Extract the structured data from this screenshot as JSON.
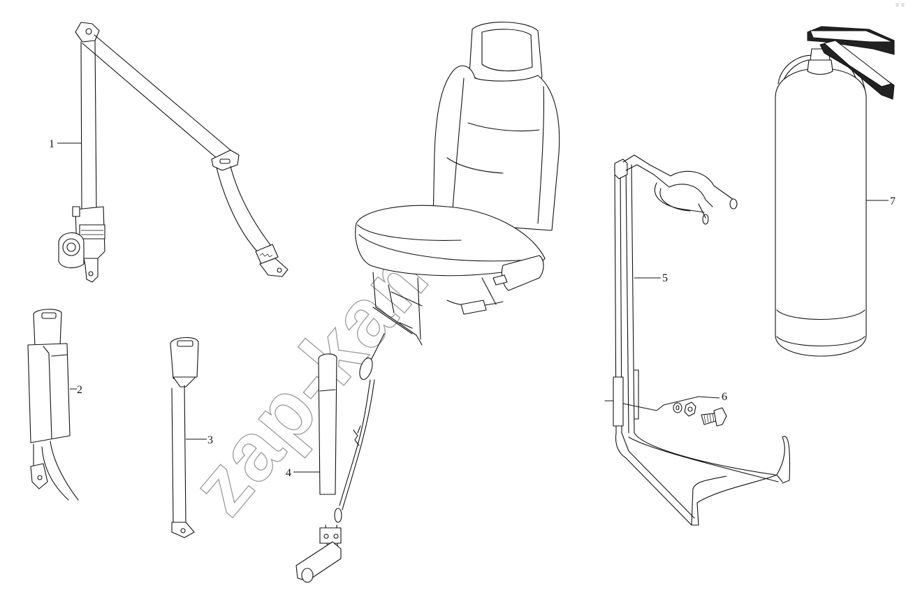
{
  "watermark": "zap-kam.ru",
  "corner_mark": "= =",
  "callouts": {
    "c1": "1",
    "c2": "2",
    "c3": "3",
    "c4": "4",
    "c5": "5",
    "c6": "6",
    "c7": "7"
  }
}
